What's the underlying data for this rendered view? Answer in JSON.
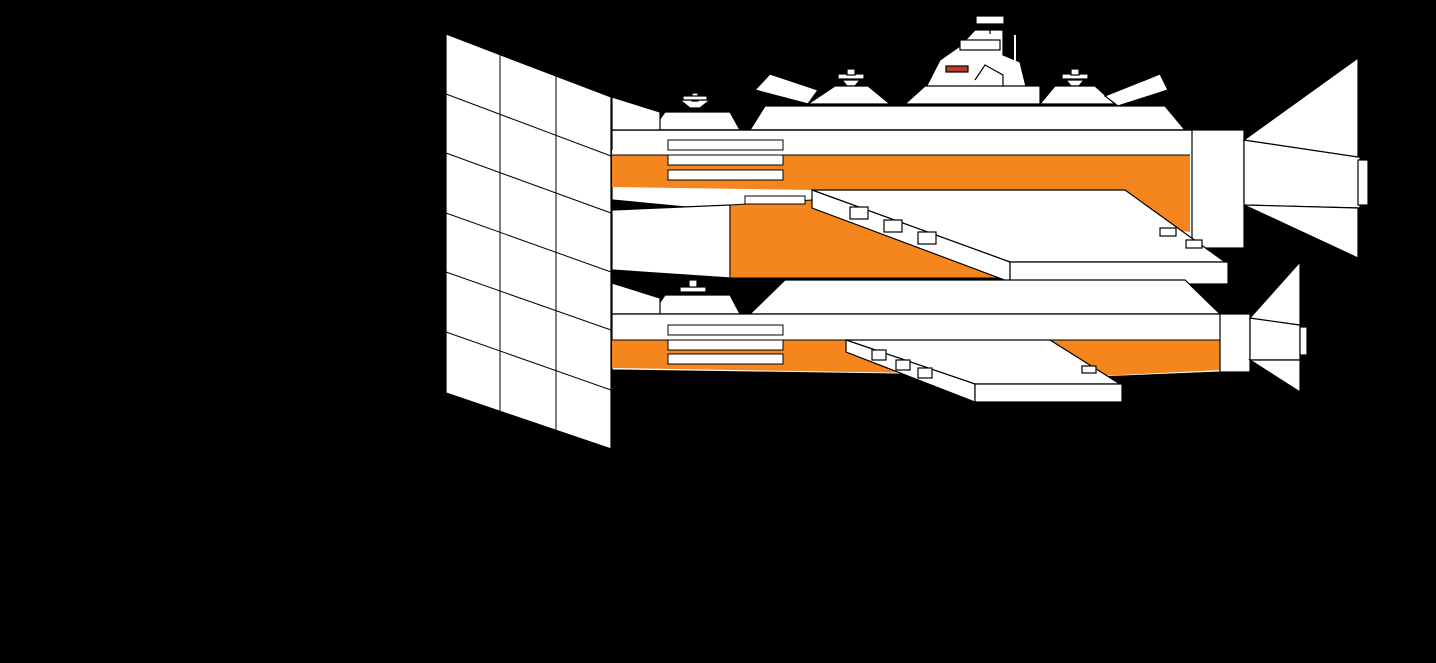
{
  "colors": {
    "background": "#000000",
    "hull": "#ffffff",
    "accent": "#f5861e",
    "outline": "#000000",
    "detail_red": "#c0392b"
  },
  "parts": {
    "upper_hull": "upper-hull",
    "lower_hull": "lower-hull",
    "grid_panel": "solar-panel-array",
    "bridge_tower": "bridge-tower"
  }
}
